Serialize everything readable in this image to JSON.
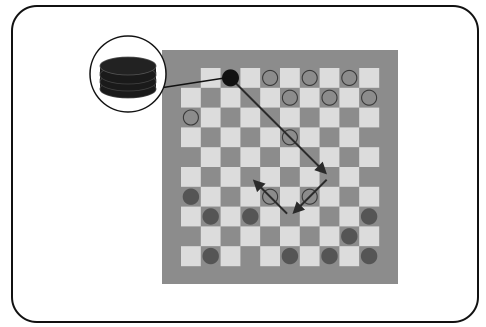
{
  "colors": {
    "frame_border": "#111111",
    "board_border": "#8c8c8c",
    "light_square": "#dcdcdc",
    "dark_square": "#8c8c8c",
    "dark_piece": "#555555",
    "active_piece": "#111111",
    "ring": "#3a3a3a",
    "arrow": "#2a2a2a"
  },
  "board": {
    "size": 10,
    "pieces_dark": [
      {
        "row": 6,
        "col": 0
      },
      {
        "row": 7,
        "col": 1
      },
      {
        "row": 7,
        "col": 3
      },
      {
        "row": 7,
        "col": 9
      },
      {
        "row": 8,
        "col": 8
      },
      {
        "row": 9,
        "col": 1
      },
      {
        "row": 9,
        "col": 5
      },
      {
        "row": 9,
        "col": 7
      },
      {
        "row": 9,
        "col": 9
      }
    ],
    "pieces_ring": [
      {
        "row": 0,
        "col": 4
      },
      {
        "row": 0,
        "col": 6
      },
      {
        "row": 0,
        "col": 8
      },
      {
        "row": 1,
        "col": 5
      },
      {
        "row": 1,
        "col": 7
      },
      {
        "row": 1,
        "col": 9
      },
      {
        "row": 2,
        "col": 0
      },
      {
        "row": 3,
        "col": 5
      },
      {
        "row": 6,
        "col": 4
      },
      {
        "row": 6,
        "col": 6
      }
    ],
    "active_piece": {
      "row": 0,
      "col": 2
    },
    "move_path": [
      {
        "row": 0,
        "col": 2
      },
      {
        "row": 5,
        "col": 7
      },
      {
        "row": 7,
        "col": 5
      },
      {
        "row": 5,
        "col": 3
      }
    ]
  },
  "magnifier": {
    "icon": "stacked-checker-pieces-icon",
    "stack_count": 3
  }
}
